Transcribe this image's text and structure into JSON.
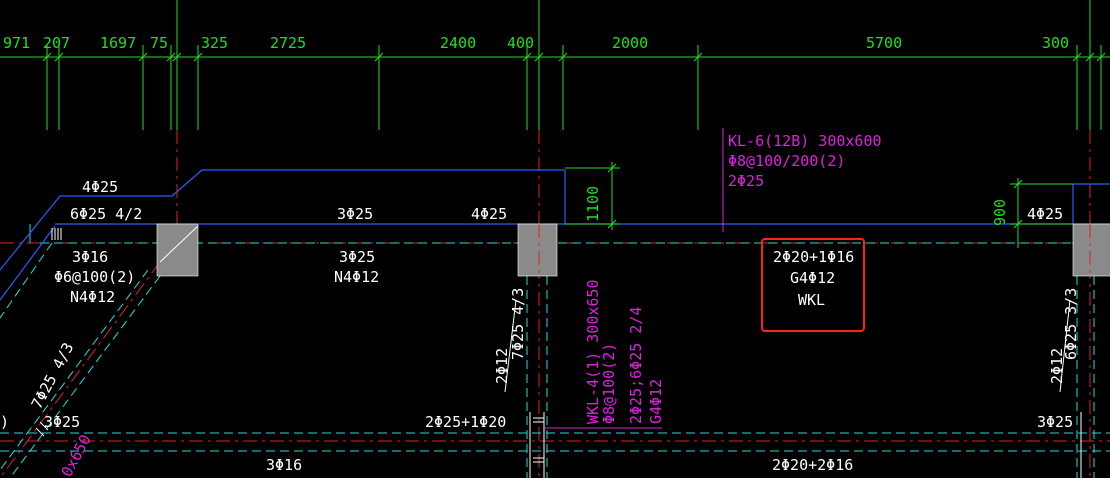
{
  "dimensions": [
    "971",
    "207",
    "1697",
    "75",
    "325",
    "2725",
    "2400",
    "400",
    "2000",
    "5700",
    "300"
  ],
  "labels": {
    "kl6_line1": "KL-6(12B) 300x600",
    "kl6_line2": "Φ8@100/200(2)",
    "kl6_line3": "2Φ25",
    "left_top": "4Φ25",
    "left_row": "6Φ25 4/2",
    "mid_top1": "3Φ25",
    "mid_top2": "4Φ25",
    "left_low1": "3Φ16",
    "left_low2": "Φ6@100(2)",
    "left_low3": "N4Φ12",
    "mid_low1": "3Φ25",
    "mid_low2": "N4Φ12",
    "dim_1100": "1100",
    "dim_900": "900",
    "right_top": "4Φ25",
    "selected_1": "2Φ20+1Φ16",
    "selected_2": "G4Φ12",
    "selected_3": "WKL",
    "vert_mid_a": "7Φ25 4/3",
    "vert_mid_b": "2Φ12",
    "wkl4_1": "WKL-4(1) 300x650",
    "wkl4_2": "Φ8@100(2)",
    "wkl4_3": "2Φ25;6Φ25 2/4",
    "wkl4_4": "G4Φ12",
    "vert_right_a": "6Φ25 3/3",
    "vert_right_b": "2Φ12",
    "diag_left": "7Φ25 4/3",
    "diag_low": "0x650",
    "bot_left": "3Φ25",
    "bot_mid": "2Φ25+1Φ20",
    "bot_right": "3Φ25",
    "bot2_left": "3Φ16",
    "bot2_right": "2Φ20+2Φ16"
  }
}
